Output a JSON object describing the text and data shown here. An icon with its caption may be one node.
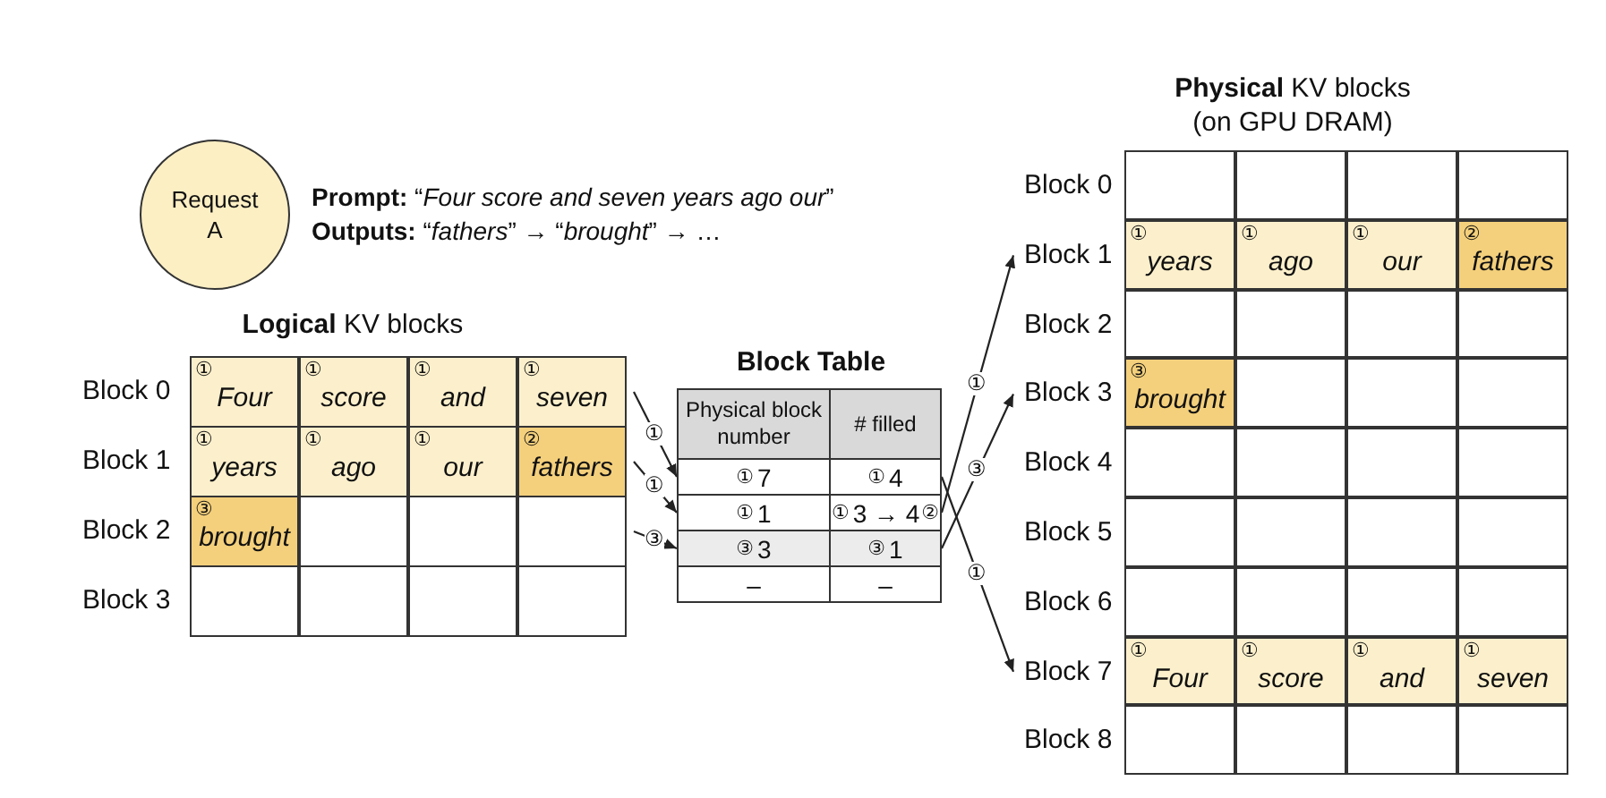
{
  "diagram": {
    "nodes": [
      {
        "text": [
          "Request A"
        ],
        "beside": [
          "**Prompt:** “*Four score and seven years ago our*”",
          "**Outputs:** “*fathers*” → “*brought*” → …"
        ]
      },
      {
        "text": [
          "**Logical** KV blocks"
        ]
      },
      {
        "text": [
          "Block 0"
        ],
        "in": 1
      },
      {
        "text": [
          "Block 1"
        ],
        "in": 1
      },
      {
        "text": [
          "Block 2"
        ],
        "in": 1
      },
      {
        "text": [
          "Block 3"
        ],
        "in": 1
      },
      {
        "text": [
          "①",
          "Four"
        ],
        "in": 2
      },
      {
        "text": [
          "①",
          "score"
        ],
        "in": 2
      },
      {
        "text": [
          "①",
          "and"
        ],
        "in": 2
      },
      {
        "text": [
          "①",
          "seven"
        ],
        "in": 2
      },
      {
        "text": [
          "①",
          "years"
        ],
        "in": 3
      },
      {
        "text": [
          "①",
          "ago"
        ],
        "in": 3
      },
      {
        "text": [
          "①",
          "our"
        ],
        "in": 3
      },
      {
        "text": [
          "②",
          "fathers"
        ],
        "in": 3
      },
      {
        "text": [
          "③",
          "brought"
        ],
        "in": 4
      },
      {
        "text": [],
        "shape": "box",
        "in": 4
      },
      {
        "text": [],
        "shape": "box",
        "in": 4
      },
      {
        "text": [],
        "shape": "box",
        "in": 4
      },
      {
        "text": [],
        "shape": "box",
        "in": 5
      },
      {
        "text": [],
        "shape": "box",
        "in": 5
      },
      {
        "text": [],
        "shape": "box",
        "in": 5
      },
      {
        "text": [],
        "shape": "box",
        "in": 5
      },
      {
        "text": [
          "Block Table"
        ]
      },
      {
        "text": [
          "Physical block number"
        ],
        "in": 22
      },
      {
        "text": [
          "# filled"
        ],
        "in": 22
      },
      {
        "text": [
          "①",
          "7"
        ],
        "in": 22
      },
      {
        "text": [
          "①",
          "4"
        ],
        "in": 22
      },
      {
        "text": [
          "①",
          "1"
        ],
        "in": 22
      },
      {
        "text": [
          "①",
          "3 → 4",
          "②"
        ],
        "in": 22
      },
      {
        "text": [
          "③",
          "3"
        ],
        "in": 22
      },
      {
        "text": [
          "③",
          "1"
        ],
        "in": 22
      },
      {
        "text": [
          "–"
        ],
        "in": 22
      },
      {
        "text": [
          "–"
        ],
        "in": 22
      },
      {
        "text": [
          "**Physical** KV blocks (on GPU DRAM)"
        ]
      },
      {
        "text": [
          "Block 0"
        ],
        "in": 33
      },
      {
        "text": [
          "Block 1"
        ],
        "in": 33
      },
      {
        "text": [
          "Block 2"
        ],
        "in": 33
      },
      {
        "text": [
          "Block 3"
        ],
        "in": 33
      },
      {
        "text": [
          "Block 4"
        ],
        "in": 33
      },
      {
        "text": [
          "Block 5"
        ],
        "in": 33
      },
      {
        "text": [
          "Block 6"
        ],
        "in": 33
      },
      {
        "text": [
          "Block 7"
        ],
        "in": 33
      },
      {
        "text": [
          "Block 8"
        ],
        "in": 33
      },
      {
        "text": [],
        "shape": "box",
        "in": 34
      },
      {
        "text": [],
        "shape": "box",
        "in": 34
      },
      {
        "text": [],
        "shape": "box",
        "in": 34
      },
      {
        "text": [],
        "shape": "box",
        "in": 34
      },
      {
        "text": [
          "①",
          "years"
        ],
        "in": 35
      },
      {
        "text": [
          "①",
          "ago"
        ],
        "in": 35
      },
      {
        "text": [
          "①",
          "our"
        ],
        "in": 35
      },
      {
        "text": [
          "②",
          "fathers"
        ],
        "in": 35
      },
      {
        "text": [],
        "shape": "box",
        "in": 36
      },
      {
        "text": [],
        "shape": "box",
        "in": 36
      },
      {
        "text": [],
        "shape": "box",
        "in": 36
      },
      {
        "text": [],
        "shape": "box",
        "in": 36
      },
      {
        "text": [
          "③",
          "brought"
        ],
        "in": 37
      },
      {
        "text": [],
        "shape": "box",
        "in": 37
      },
      {
        "text": [],
        "shape": "box",
        "in": 37
      },
      {
        "text": [],
        "shape": "box",
        "in": 37
      },
      {
        "text": [],
        "shape": "box",
        "in": 38
      },
      {
        "text": [],
        "shape": "box",
        "in": 38
      },
      {
        "text": [],
        "shape": "box",
        "in": 38
      },
      {
        "text": [],
        "shape": "box",
        "in": 38
      },
      {
        "text": [],
        "shape": "box",
        "in": 39
      },
      {
        "text": [],
        "shape": "box",
        "in": 39
      },
      {
        "text": [],
        "shape": "box",
        "in": 39
      },
      {
        "text": [],
        "shape": "box",
        "in": 39
      },
      {
        "text": [],
        "shape": "box",
        "in": 40
      },
      {
        "text": [],
        "shape": "box",
        "in": 40
      },
      {
        "text": [],
        "shape": "box",
        "in": 40
      },
      {
        "text": [],
        "shape": "box",
        "in": 40
      },
      {
        "text": [
          "①",
          "Four"
        ],
        "in": 41
      },
      {
        "text": [
          "①",
          "score"
        ],
        "in": 41
      },
      {
        "text": [
          "①",
          "and"
        ],
        "in": 41
      },
      {
        "text": [
          "①",
          "seven"
        ],
        "in": 41
      },
      {
        "text": [],
        "shape": "box",
        "in": 42
      },
      {
        "text": [],
        "shape": "box",
        "in": 42
      },
      {
        "text": [],
        "shape": "box",
        "in": 42
      },
      {
        "text": [],
        "shape": "box",
        "in": 42
      }
    ],
    "edges": [
      {
        "from": 2,
        "to": 25,
        "arrow": "to",
        "label": "①"
      },
      {
        "from": 3,
        "to": 27,
        "arrow": "to",
        "label": "①"
      },
      {
        "from": 4,
        "to": 29,
        "arrow": "to",
        "label": "③"
      },
      {
        "from": 26,
        "to": 41,
        "arrow": "to",
        "label": "①"
      },
      {
        "from": 28,
        "to": 35,
        "arrow": "to",
        "label": "①"
      },
      {
        "from": 30,
        "to": 37,
        "arrow": "to",
        "label": "③"
      }
    ]
  }
}
